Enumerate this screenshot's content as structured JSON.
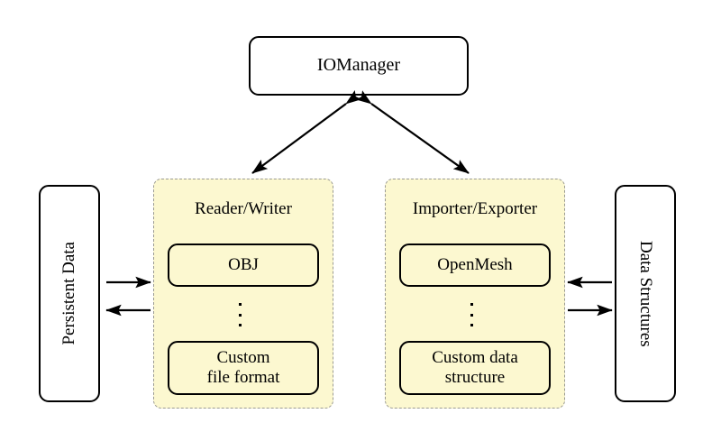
{
  "diagram": {
    "title_node": {
      "label": "IOManager"
    },
    "left_column": {
      "label": "Persistent Data"
    },
    "right_column": {
      "label": "Data Structures"
    },
    "groups": [
      {
        "id": "reader-writer",
        "title": "Reader/Writer",
        "items": [
          {
            "label": "OBJ"
          },
          {
            "label": "Custom\nfile format",
            "line1": "Custom",
            "line2": "file format"
          }
        ],
        "ellipsis": "vertical-dots"
      },
      {
        "id": "importer-exporter",
        "title": "Importer/Exporter",
        "items": [
          {
            "label": "OpenMesh"
          },
          {
            "label": "Custom data\nstructure",
            "line1": "Custom data",
            "line2": "structure"
          }
        ],
        "ellipsis": "vertical-dots"
      }
    ],
    "connections": [
      {
        "id": "manager-to-reader-writer",
        "from": "IOManager",
        "to": "Reader/Writer",
        "direction": "bidirectional"
      },
      {
        "id": "manager-to-importer-exporter",
        "from": "IOManager",
        "to": "Importer/Exporter",
        "direction": "bidirectional"
      },
      {
        "id": "persistent-to-reader",
        "from": "Persistent Data",
        "to": "Reader/Writer",
        "direction": "right"
      },
      {
        "id": "reader-to-persistent",
        "from": "Reader/Writer",
        "to": "Persistent Data",
        "direction": "left"
      },
      {
        "id": "structures-to-importer",
        "from": "Data Structures",
        "to": "Importer/Exporter",
        "direction": "left"
      },
      {
        "id": "exporter-to-structures",
        "from": "Importer/Exporter",
        "to": "Data Structures",
        "direction": "right"
      }
    ],
    "colors": {
      "group_fill": "#fcf8d0",
      "group_border": "#9b9b93",
      "node_stroke": "#000000",
      "node_fill": "#ffffff",
      "background": "#ffffff"
    }
  }
}
